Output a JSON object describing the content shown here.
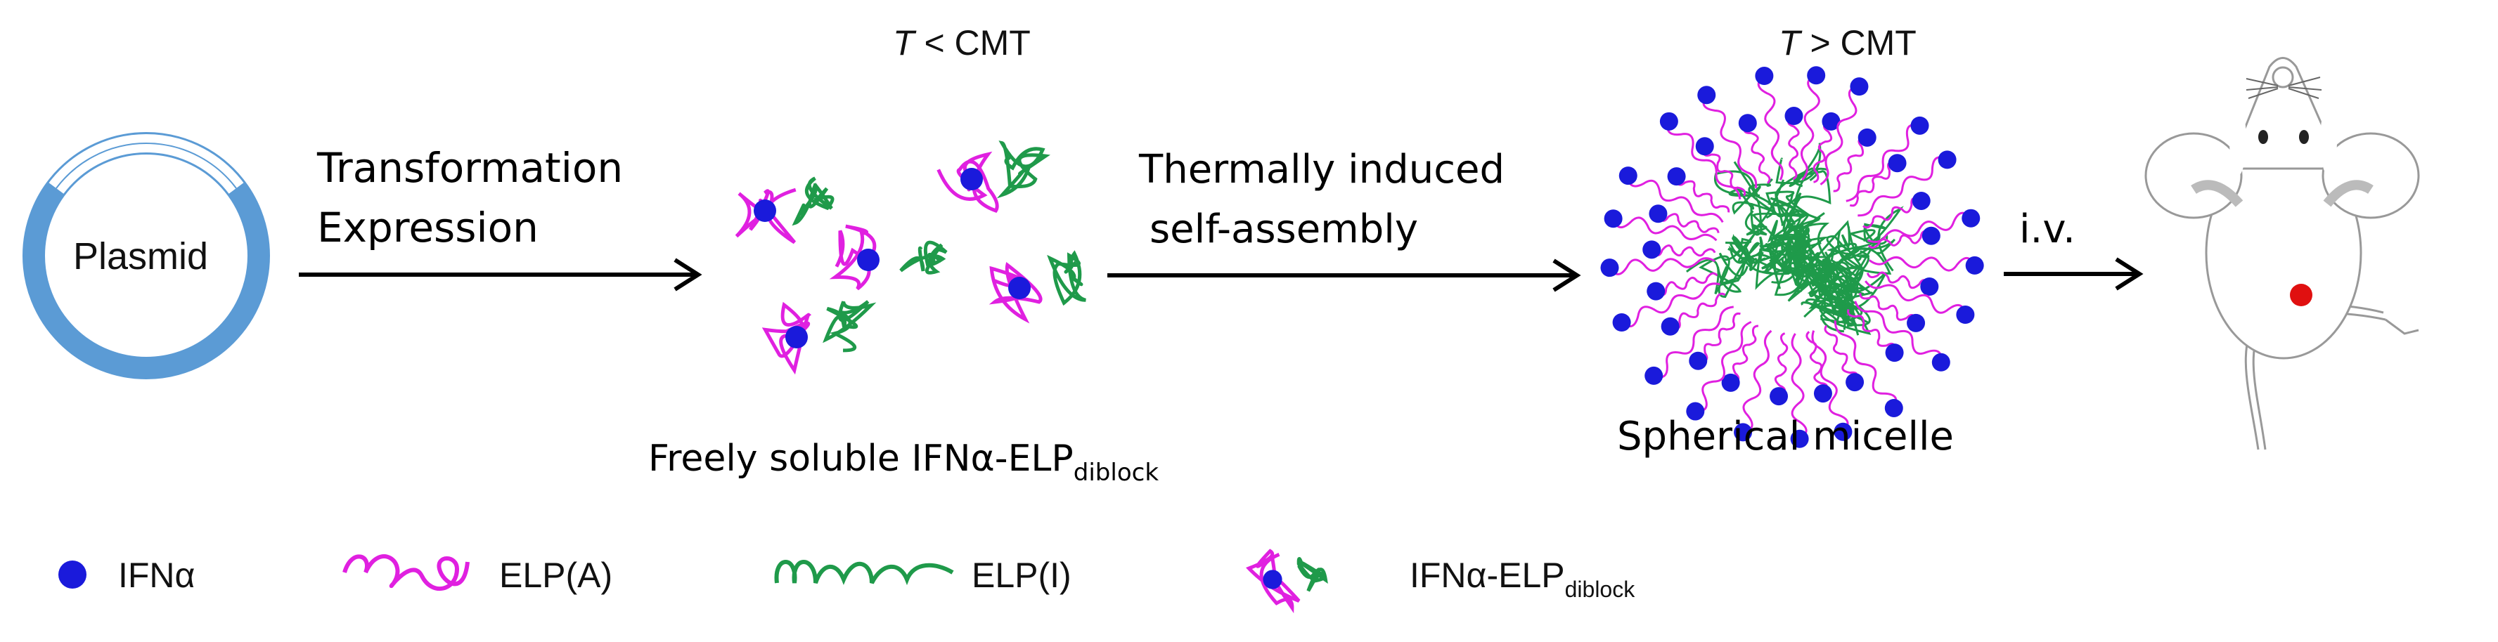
{
  "plasmid": {
    "label": "Plasmid"
  },
  "step1": {
    "line1": "Transformation",
    "line2": "Expression"
  },
  "free_state": {
    "condition_var": "T",
    "condition_rest": " < CMT",
    "caption_main": "Freely soluble IFNα-ELP",
    "caption_sub": "diblock"
  },
  "step2": {
    "line1": "Thermally  induced",
    "line2": "self-assembly"
  },
  "micelle_state": {
    "condition_var": "T",
    "condition_rest": " > CMT",
    "caption": "Spherical micelle"
  },
  "step3": {
    "label": "i.v."
  },
  "legend": {
    "ifn": "IFNα",
    "elp_a": "ELP(A)",
    "elp_i": "ELP(I)",
    "diblock_main": "IFNα-ELP",
    "diblock_sub": "diblock"
  },
  "colors": {
    "plasmid": "#5b9bd5",
    "ifn": "#1a1adb",
    "elp_a": "#e020e0",
    "elp_i": "#1f9a4a",
    "tumor": "#e01010"
  }
}
